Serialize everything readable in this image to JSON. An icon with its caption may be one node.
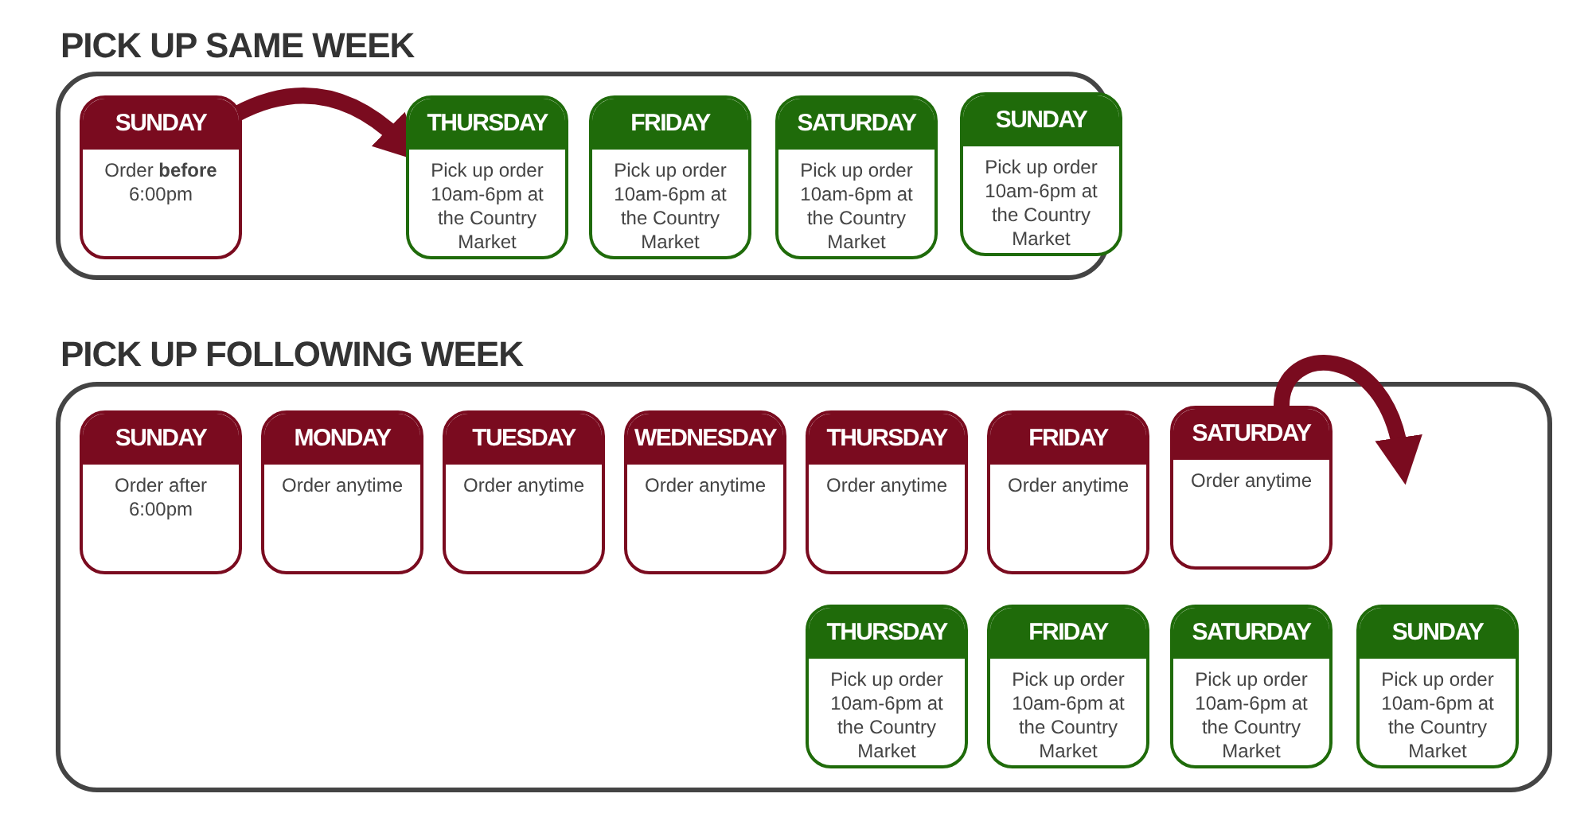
{
  "diagram": {
    "nodes": [
      {
        "text": [
          "PICK UP SAME WEEK"
        ]
      },
      {
        "text": [
          "SUNDAY",
          "Order **before** 6:00pm"
        ],
        "in": 0
      },
      {
        "text": [
          "THURSDAY",
          "Pick up order 10am-6pm at the Country Market"
        ],
        "in": 0
      },
      {
        "text": [
          "FRIDAY",
          "Pick up order 10am-6pm at the Country Market"
        ],
        "in": 0
      },
      {
        "text": [
          "SATURDAY",
          "Pick up order 10am-6pm at the Country Market"
        ],
        "in": 0
      },
      {
        "text": [
          "SUNDAY",
          "Pick up order 10am-6pm at the Country Market"
        ],
        "in": 0
      },
      {
        "text": [
          "PICK UP FOLLOWING WEEK"
        ]
      },
      {
        "text": [
          "SUNDAY",
          "Order after 6:00pm"
        ],
        "in": 6
      },
      {
        "text": [
          "MONDAY",
          "Order anytime"
        ],
        "in": 6
      },
      {
        "text": [
          "TUESDAY",
          "Order anytime"
        ],
        "in": 6
      },
      {
        "text": [
          "WEDNESDAY",
          "Order anytime"
        ],
        "in": 6
      },
      {
        "text": [
          "THURSDAY",
          "Order anytime"
        ],
        "in": 6
      },
      {
        "text": [
          "FRIDAY",
          "Order anytime"
        ],
        "in": 6
      },
      {
        "text": [
          "SATURDAY",
          "Order anytime"
        ],
        "in": 6
      },
      {
        "text": [
          "THURSDAY",
          "Pick up order 10am-6pm at the Country Market"
        ],
        "in": 6
      },
      {
        "text": [
          "FRIDAY",
          "Pick up order 10am-6pm at the Country Market"
        ],
        "in": 6
      },
      {
        "text": [
          "SATURDAY",
          "Pick up order 10am-6pm at the Country Market"
        ],
        "in": 6
      },
      {
        "text": [
          "SUNDAY",
          "Pick up order 10am-6pm at the Country Market"
        ],
        "in": 6
      }
    ],
    "edges": [
      {
        "from": 1,
        "to": 2,
        "arrow": "to"
      },
      {
        "from": 13,
        "to": null,
        "arrow": "to"
      }
    ]
  }
}
